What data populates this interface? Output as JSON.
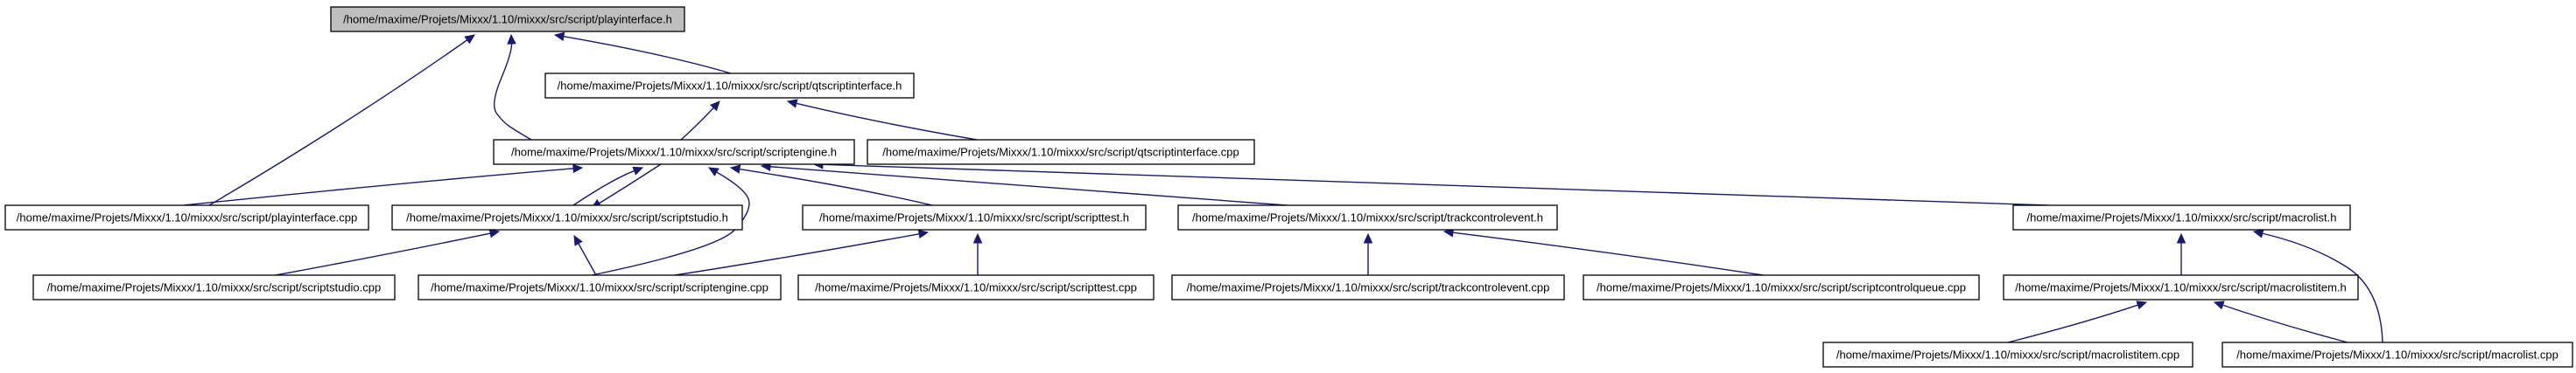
{
  "diagram": {
    "type": "include-dependency-graph",
    "edge_color": "#191970",
    "root_fill": "#bfbfbf",
    "nodes": [
      {
        "id": "playinterface_h",
        "label": "/home/maxime/Projets/Mixxx/1.10/mixxx/src/script/playinterface.h",
        "root": true
      },
      {
        "id": "qtscriptinterface_h",
        "label": "/home/maxime/Projets/Mixxx/1.10/mixxx/src/script/qtscriptinterface.h"
      },
      {
        "id": "scriptengine_h",
        "label": "/home/maxime/Projets/Mixxx/1.10/mixxx/src/script/scriptengine.h"
      },
      {
        "id": "qtscriptinterface_cpp",
        "label": "/home/maxime/Projets/Mixxx/1.10/mixxx/src/script/qtscriptinterface.cpp"
      },
      {
        "id": "playinterface_cpp",
        "label": "/home/maxime/Projets/Mixxx/1.10/mixxx/src/script/playinterface.cpp"
      },
      {
        "id": "scriptstudio_h",
        "label": "/home/maxime/Projets/Mixxx/1.10/mixxx/src/script/scriptstudio.h"
      },
      {
        "id": "scripttest_h",
        "label": "/home/maxime/Projets/Mixxx/1.10/mixxx/src/script/scripttest.h"
      },
      {
        "id": "trackcontrolevent_h",
        "label": "/home/maxime/Projets/Mixxx/1.10/mixxx/src/script/trackcontrolevent.h"
      },
      {
        "id": "macrolist_h",
        "label": "/home/maxime/Projets/Mixxx/1.10/mixxx/src/script/macrolist.h"
      },
      {
        "id": "scriptstudio_cpp",
        "label": "/home/maxime/Projets/Mixxx/1.10/mixxx/src/script/scriptstudio.cpp"
      },
      {
        "id": "scriptengine_cpp",
        "label": "/home/maxime/Projets/Mixxx/1.10/mixxx/src/script/scriptengine.cpp"
      },
      {
        "id": "scripttest_cpp",
        "label": "/home/maxime/Projets/Mixxx/1.10/mixxx/src/script/scripttest.cpp"
      },
      {
        "id": "trackcontrolevent_cpp",
        "label": "/home/maxime/Projets/Mixxx/1.10/mixxx/src/script/trackcontrolevent.cpp"
      },
      {
        "id": "scriptcontrolqueue_cpp",
        "label": "/home/maxime/Projets/Mixxx/1.10/mixxx/src/script/scriptcontrolqueue.cpp"
      },
      {
        "id": "macrolistitem_h",
        "label": "/home/maxime/Projets/Mixxx/1.10/mixxx/src/script/macrolistitem.h"
      },
      {
        "id": "macrolistitem_cpp",
        "label": "/home/maxime/Projets/Mixxx/1.10/mixxx/src/script/macrolistitem.cpp"
      },
      {
        "id": "macrolist_cpp",
        "label": "/home/maxime/Projets/Mixxx/1.10/mixxx/src/script/macrolist.cpp"
      }
    ],
    "edges": [
      {
        "from": "qtscriptinterface_h",
        "to": "playinterface_h"
      },
      {
        "from": "scriptengine_h",
        "to": "playinterface_h"
      },
      {
        "from": "playinterface_cpp",
        "to": "playinterface_h"
      },
      {
        "from": "scriptengine_h",
        "to": "qtscriptinterface_h"
      },
      {
        "from": "qtscriptinterface_cpp",
        "to": "qtscriptinterface_h"
      },
      {
        "from": "playinterface_cpp",
        "to": "scriptengine_h"
      },
      {
        "from": "scriptstudio_h",
        "to": "scriptengine_h"
      },
      {
        "from": "scriptengine_cpp",
        "to": "scriptengine_h"
      },
      {
        "from": "scripttest_h",
        "to": "scriptengine_h"
      },
      {
        "from": "trackcontrolevent_h",
        "to": "scriptengine_h"
      },
      {
        "from": "macrolist_h",
        "to": "scriptengine_h"
      },
      {
        "from": "scriptengine_h",
        "to": "scriptstudio_h"
      },
      {
        "from": "scriptstudio_cpp",
        "to": "scriptstudio_h"
      },
      {
        "from": "scriptengine_cpp",
        "to": "scriptstudio_h"
      },
      {
        "from": "scriptengine_cpp",
        "to": "scripttest_h"
      },
      {
        "from": "scripttest_cpp",
        "to": "scripttest_h"
      },
      {
        "from": "trackcontrolevent_cpp",
        "to": "trackcontrolevent_h"
      },
      {
        "from": "scriptcontrolqueue_cpp",
        "to": "trackcontrolevent_h"
      },
      {
        "from": "macrolistitem_h",
        "to": "macrolist_h"
      },
      {
        "from": "macrolist_cpp",
        "to": "macrolist_h"
      },
      {
        "from": "macrolistitem_cpp",
        "to": "macrolistitem_h"
      },
      {
        "from": "macrolist_cpp",
        "to": "macrolistitem_h"
      }
    ]
  }
}
